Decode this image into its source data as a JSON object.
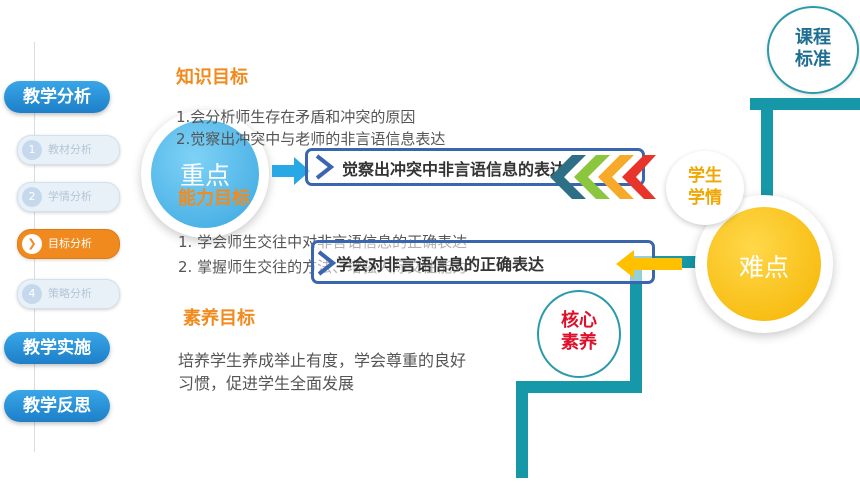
{
  "nav": {
    "main": [
      "教学分析",
      "教学实施",
      "教学反思"
    ],
    "sub": [
      {
        "num": "1",
        "label": "教材分析"
      },
      {
        "num": "2",
        "label": "学情分析"
      },
      {
        "num": "❯",
        "label": "目标分析"
      },
      {
        "num": "4",
        "label": "策略分析"
      }
    ]
  },
  "knowledge": {
    "title": "知识目标",
    "items": [
      "1.会分析师生存在矛盾和冲突的原因",
      "2.觉察出冲突中与老师的非言语信息表达"
    ]
  },
  "ability": {
    "title": "能力目标",
    "items": [
      "1. 学会师生交往中对非言语信息的正确表达",
      "2. 掌握师生交往的方法、增强人际交往能力"
    ]
  },
  "literacy": {
    "title": "素养目标",
    "lines": [
      "培养学生养成举止有度，学会尊重的良好",
      "习惯，促进学生全面发展"
    ]
  },
  "key_point": {
    "label": "重点"
  },
  "difficult_point": {
    "label": "难点"
  },
  "banner_key": "觉察出冲突中非言语信息的表达",
  "banner_difficult": "学会对非言语信息的正确表达",
  "standard": {
    "line1": "课程",
    "line2": "标准"
  },
  "student": {
    "line1": "学生",
    "line2": "学情"
  },
  "core": {
    "line1": "核心",
    "line2": "素养"
  },
  "colors": {
    "accent_orange": "#f28a1e",
    "nav_blue": "#1d7fc8",
    "teal_stairs": "#1698a8",
    "key_blue": "#4fb7e8",
    "difficult_yellow": "#ffc000",
    "core_red": "#e0102a"
  }
}
